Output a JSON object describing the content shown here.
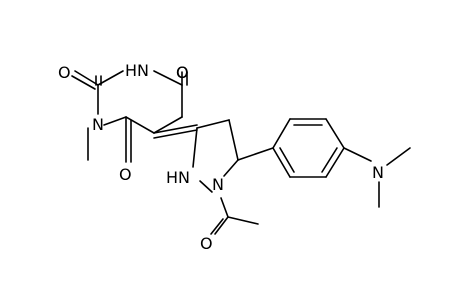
{
  "molecule": {
    "atoms": [
      {
        "id": "o_top",
        "label": "O"
      },
      {
        "id": "nh_top",
        "label": "H⁠N"
      },
      {
        "id": "o_left",
        "label": "O"
      },
      {
        "id": "o_right",
        "label": "O"
      },
      {
        "id": "n_methyl",
        "label": "N"
      },
      {
        "id": "o_bottom",
        "label": "O"
      },
      {
        "id": "hn_pyrazol",
        "label": "HN"
      },
      {
        "id": "n_pyrazol",
        "label": "N"
      },
      {
        "id": "n_dimethyl",
        "label": "N"
      },
      {
        "id": "o_acetyl",
        "label": "O"
      }
    ]
  }
}
